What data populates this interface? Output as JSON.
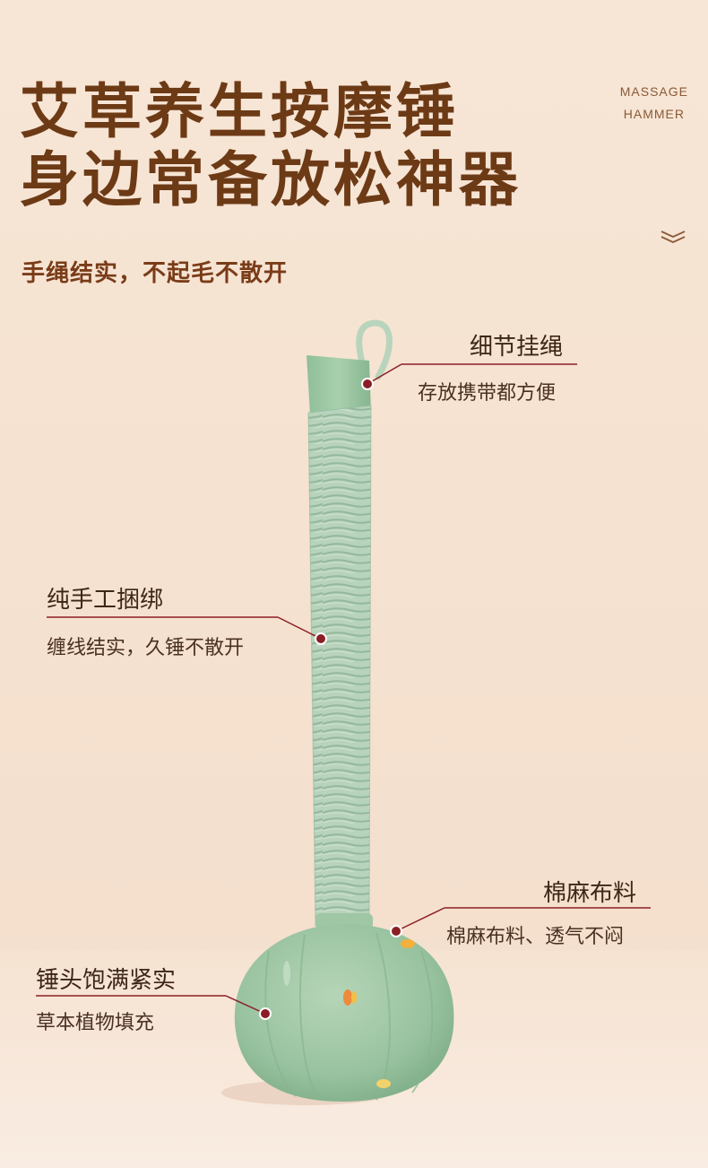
{
  "headline": {
    "line1": "艾草养生按摩锤",
    "line2": "身边常备放松神器"
  },
  "brand_tag": {
    "line1": "MASSAGE",
    "line2": "HAMMER"
  },
  "subtitle": "手绳结实，不起毛不散开",
  "callouts": [
    {
      "title": "细节挂绳",
      "desc": "存放携带都方便"
    },
    {
      "title": "纯手工捆绑",
      "desc": "缠线结实，久锤不散开"
    },
    {
      "title": "棉麻布料",
      "desc": "棉麻布料、透气不闷"
    },
    {
      "title": "锤头饱满紧实",
      "desc": "草本植物填充"
    }
  ],
  "colors": {
    "headline": "#6d3a16",
    "accent_line": "#8b1e24",
    "product_green": "#a9ccb0",
    "background": "#f5e1cf"
  },
  "icons": {
    "scroll_hint": "double-chevron-down-icon"
  }
}
